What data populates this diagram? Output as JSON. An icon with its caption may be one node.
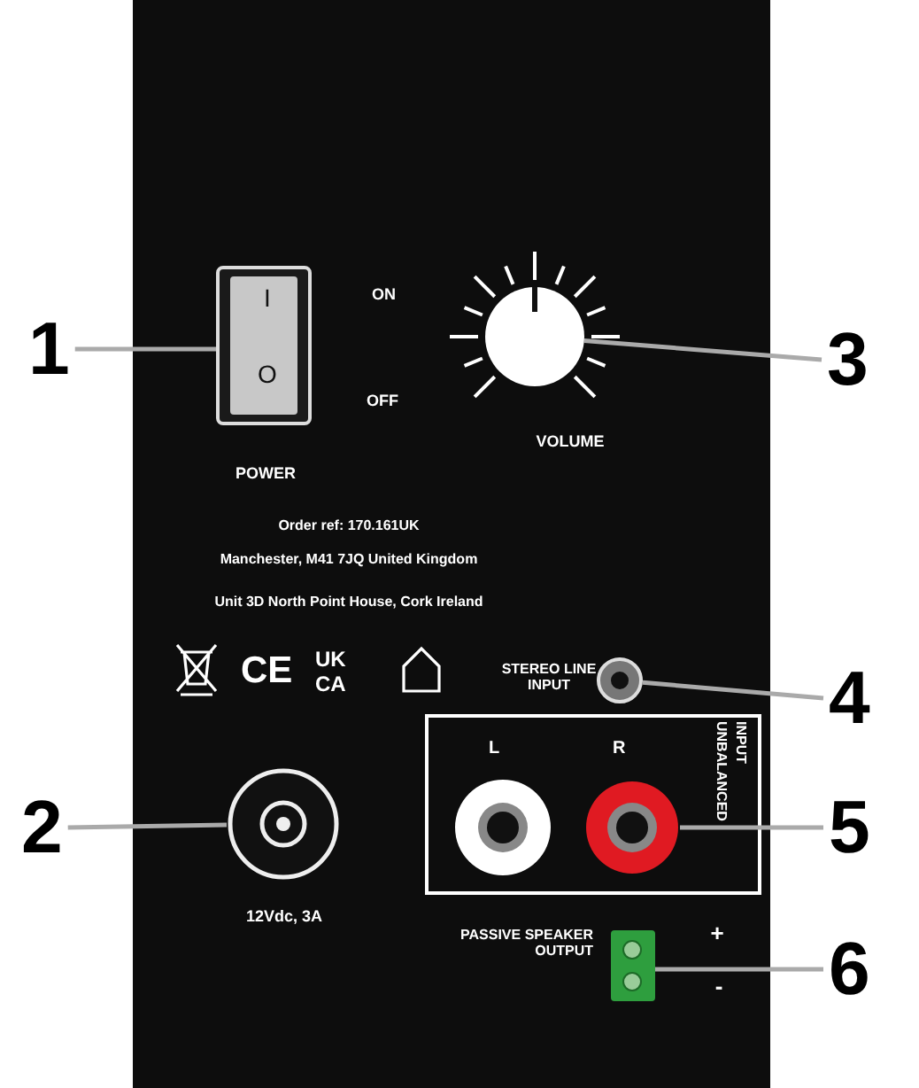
{
  "diagram": {
    "nodes": [
      {
        "text": [
          "1"
        ]
      },
      {
        "text": [],
        "shape": "box",
        "beside": [
          "POWER"
        ]
      },
      {
        "text": [
          "3"
        ]
      },
      {
        "text": [],
        "shape": "circle",
        "beside": [
          "VOLUME"
        ]
      },
      {
        "text": [
          "4"
        ]
      },
      {
        "text": [],
        "shape": "circle",
        "beside": [
          "STEREO LINE INPUT"
        ]
      },
      {
        "text": [
          "2"
        ]
      },
      {
        "text": [],
        "shape": "circle",
        "beside": [
          "12Vdc, 3A"
        ]
      },
      {
        "text": [
          "5"
        ]
      },
      {
        "text": [
          "L",
          "R",
          "UNBALANCED INPUT"
        ]
      },
      {
        "text": [],
        "shape": "circle",
        "in": 9
      },
      {
        "text": [
          "6"
        ]
      },
      {
        "text": [],
        "shape": "box",
        "beside": [
          "PASSIVE SPEAKER OUTPUT"
        ]
      }
    ],
    "edges": [
      {
        "from": 0,
        "to": 1,
        "arrow": "none"
      },
      {
        "from": 2,
        "to": 3,
        "arrow": "none"
      },
      {
        "from": 4,
        "to": 5,
        "arrow": "none"
      },
      {
        "from": 6,
        "to": 7,
        "arrow": "none"
      },
      {
        "from": 8,
        "to": 10,
        "arrow": "none"
      },
      {
        "from": 11,
        "to": 12,
        "arrow": "none"
      }
    ],
    "labels": [
      "ON",
      "I",
      "O",
      "OFF",
      "Order ref: 170.161UK",
      "Manchester, M41 7JQ United Kingdom",
      "Unit 3D North Point House, Cork Ireland",
      "CE",
      "UK CA",
      "+",
      "-"
    ]
  }
}
